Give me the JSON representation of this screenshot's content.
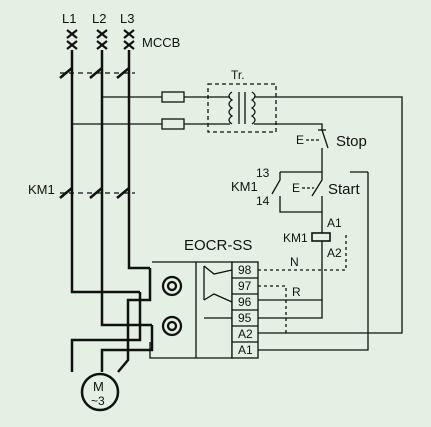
{
  "labels": {
    "l1": "L1",
    "l2": "L2",
    "l3": "L3",
    "mccb": "MCCB",
    "transformer": "Tr.",
    "stop": "Stop",
    "start": "Start",
    "e_stop": "E",
    "e_start": "E",
    "km1_aux": "KM1",
    "aux_13": "13",
    "aux_14": "14",
    "km1_main": "KM1",
    "coil_label": "KM1",
    "coil_a1": "A1",
    "coil_a2": "A2",
    "relay_title": "EOCR-SS",
    "n_label": "N",
    "r_label": "R",
    "motor_m": "M",
    "motor_phase": "~3",
    "terminals": [
      "98",
      "97",
      "96",
      "95",
      "A2",
      "A1"
    ]
  }
}
